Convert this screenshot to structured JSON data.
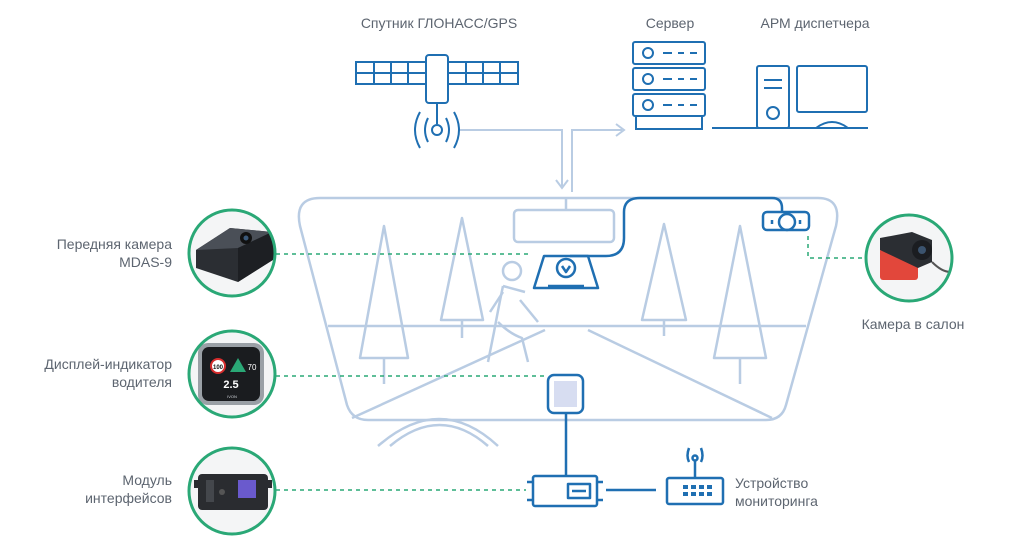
{
  "labels": {
    "satellite": "Спутник ГЛОНАСС/GPS",
    "server": "Сервер",
    "dispatcher": "АРМ диспетчера",
    "front_camera_1": "Передняя камера",
    "front_camera_2": "MDAS-9",
    "display_1": "Дисплей-индикатор",
    "display_2": "водителя",
    "module_1": "Модуль",
    "module_2": "интерфейсов",
    "cabin_camera": "Камера в салон",
    "monitoring_1": "Устройство",
    "monitoring_2": "мониторинга"
  },
  "display_screen": {
    "speed_limit": "100",
    "current_speed": "70",
    "distance": "2.5",
    "brand": "IVON"
  },
  "colors": {
    "primary_blue": "#1f6fb2",
    "light_blue": "#b9cce3",
    "accent_green": "#2aa876",
    "text_gray": "#5d6570"
  }
}
